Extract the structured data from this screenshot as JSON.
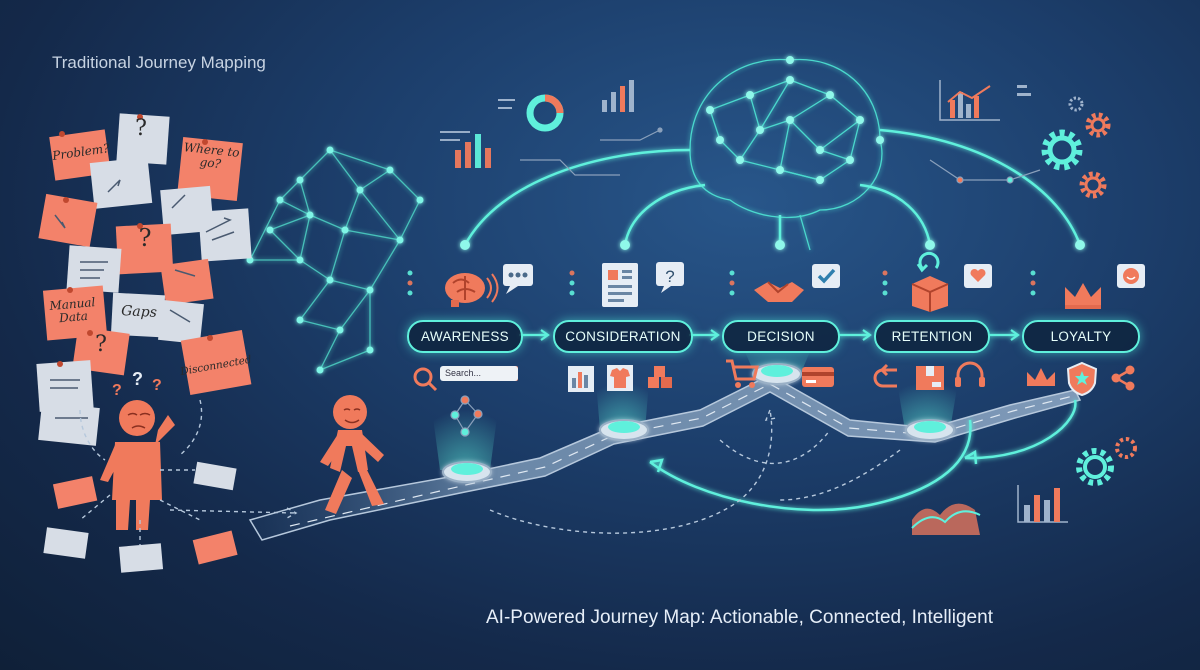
{
  "titles": {
    "left": "Traditional Journey Mapping",
    "right": "AI-Powered Journey Map: Actionable, Connected, Intelligent"
  },
  "stages": [
    {
      "label": "AWARENESS"
    },
    {
      "label": "CONSIDERATION"
    },
    {
      "label": "DECISION"
    },
    {
      "label": "RETENTION"
    },
    {
      "label": "LOYALTY"
    }
  ],
  "sticky_notes": {
    "problem": "Problem?",
    "where": "Where to go?",
    "manual": "Manual Data",
    "gaps": "Gaps",
    "disconnected": "Disconnected",
    "question": "?"
  },
  "search": {
    "placeholder": "Search..."
  },
  "colors": {
    "background": "#1c3e6b",
    "accent": "#5ff0dc",
    "coral": "#f07a5c",
    "note_grey": "#d7dde6"
  },
  "icons": [
    "brain-icon",
    "chat-icon",
    "document-icon",
    "question-icon",
    "handshake-icon",
    "checkmark-icon",
    "box-icon",
    "heart-icon",
    "crown-icon",
    "smiley-icon",
    "search-icon",
    "chart-icon",
    "shirt-icon",
    "cart-icon",
    "card-icon",
    "return-icon",
    "headset-icon",
    "shield-star-icon",
    "share-icon",
    "gear-icon"
  ]
}
